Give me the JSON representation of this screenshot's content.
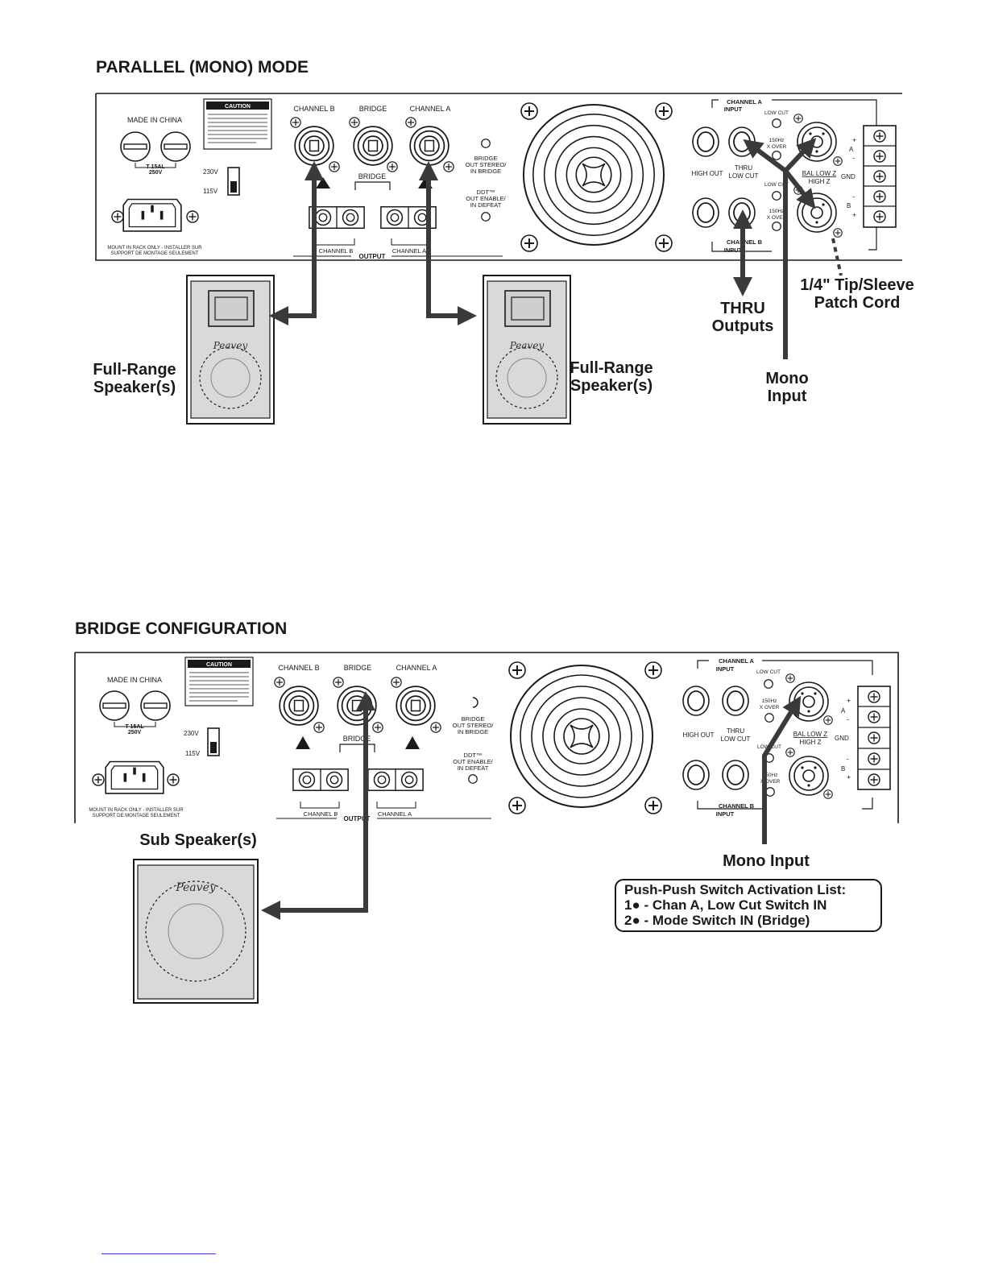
{
  "colors": {
    "ink": "#1a1a1a",
    "arrow": "#3a3a3a",
    "link_rule": "#3b3bd6"
  },
  "parallel": {
    "title": "PARALLEL (MONO) MODE",
    "panel": {
      "made_in_china": "MADE IN CHINA",
      "fuse_rating_1": "T 15AL",
      "fuse_rating_2": "250V",
      "v230": "230V",
      "v115": "115V",
      "mount_note_1": "MOUNT IN RACK ONLY - INSTALLER SUR",
      "mount_note_2": "SUPPORT DE MONTAGE SEULEMENT",
      "caution": "CAUTION",
      "channel_b": "CHANNEL B",
      "bridge": "BRIDGE",
      "channel_a": "CHANNEL A",
      "bridge_under": "BRIDGE",
      "bridge_switch_1": "BRIDGE",
      "bridge_switch_2": "OUT STEREO/",
      "bridge_switch_3": "IN BRIDGE",
      "ddt_1": "DDT™",
      "ddt_2": "OUT ENABLE/",
      "ddt_3": "IN DEFEAT",
      "out_channel_b": "CHANNEL B",
      "out_channel_a": "CHANNEL A",
      "output": "OUTPUT",
      "chan_a_input_1": "CHANNEL A",
      "chan_a_input_2": "INPUT",
      "chan_b_input_1": "CHANNEL B",
      "chan_b_input_2": "INPUT",
      "low_cut": "LOW CUT",
      "xover_1": "150Hz",
      "xover_2": "X OVER",
      "high_out": "HIGH OUT",
      "thru_1": "THRU",
      "thru_2": "LOW CUT",
      "bal_1": "BAL LOW Z",
      "bal_2": "HIGH Z",
      "gnd": "GND",
      "a": "A",
      "b": "B"
    },
    "callouts": {
      "speaker_left_1": "Full-Range",
      "speaker_left_2": "Speaker(s)",
      "speaker_right_1": "Full-Range",
      "speaker_right_2": "Speaker(s)",
      "thru_1": "THRU",
      "thru_2": "Outputs",
      "patch_1": "1/4\" Tip/Sleeve",
      "patch_2": "Patch Cord",
      "mono_1": "Mono",
      "mono_2": "Input"
    }
  },
  "bridge": {
    "title": "BRIDGE CONFIGURATION",
    "panel": {
      "made_in_china": "MADE IN CHINA",
      "fuse_rating_1": "T 15AL",
      "fuse_rating_2": "250V",
      "v230": "230V",
      "v115": "115V",
      "mount_note_1": "MOUNT IN RACK ONLY - INSTALLER SUR",
      "mount_note_2": "SUPPORT DE MONTAGE SEULEMENT",
      "caution": "CAUTION",
      "channel_b": "CHANNEL B",
      "bridge": "BRIDGE",
      "channel_a": "CHANNEL A",
      "bridge_under": "BRIDGE",
      "bridge_switch_1": "BRIDGE",
      "bridge_switch_2": "OUT STEREO/",
      "bridge_switch_3": "IN BRIDGE",
      "ddt_1": "DDT™",
      "ddt_2": "OUT ENABLE/",
      "ddt_3": "IN DEFEAT",
      "out_channel_b": "CHANNEL B",
      "out_channel_a": "CHANNEL A",
      "output": "OUTPUT",
      "chan_a_input_1": "CHANNEL A",
      "chan_a_input_2": "INPUT",
      "chan_b_input_1": "CHANNEL B",
      "chan_b_input_2": "INPUT",
      "low_cut": "LOW CUT",
      "xover_1": "150Hz",
      "xover_2": "X OVER",
      "high_out": "HIGH OUT",
      "thru_1": "THRU",
      "thru_2": "LOW CUT",
      "bal_1": "BAL LOW Z",
      "bal_2": "HIGH Z",
      "gnd": "GND",
      "a": "A",
      "b": "B"
    },
    "callouts": {
      "sub": "Sub Speaker(s)",
      "mono": "Mono Input",
      "list_title": "Push-Push Switch Activation List:",
      "list_1": "1● - Chan A, Low Cut Switch IN",
      "list_2": "2● - Mode Switch IN (Bridge)"
    }
  }
}
